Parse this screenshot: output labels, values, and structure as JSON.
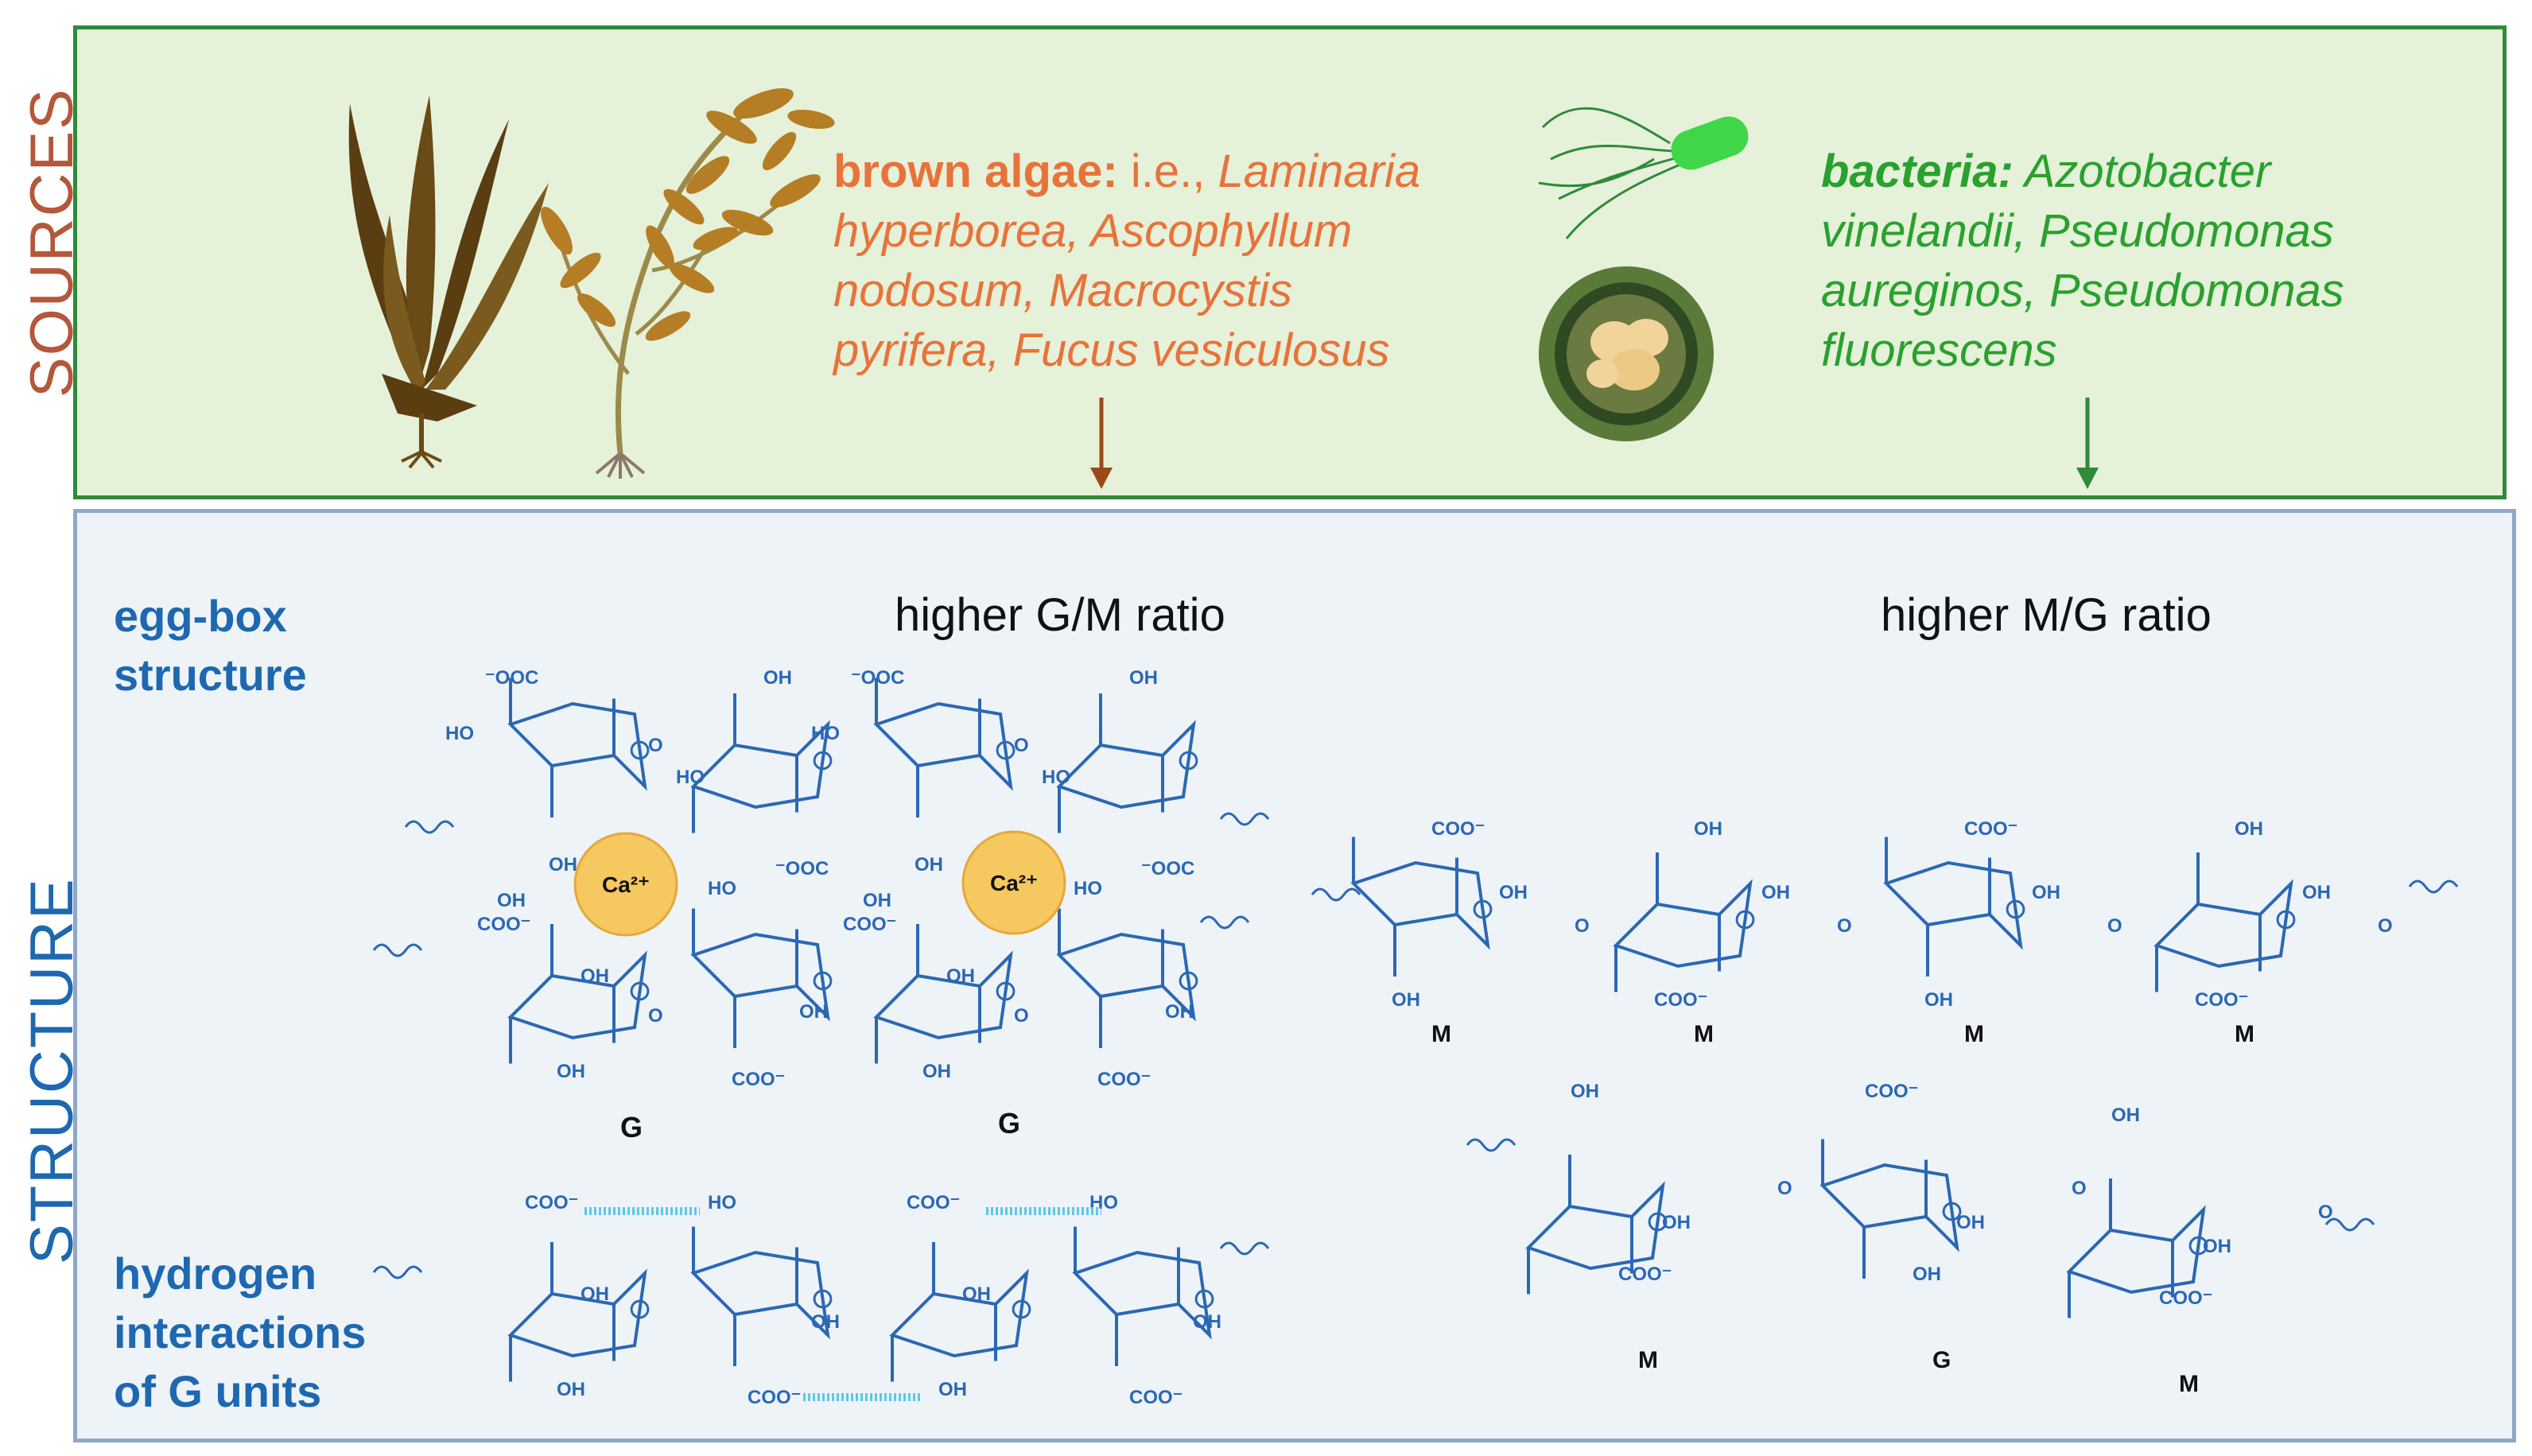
{
  "sections": {
    "sources_label": "SOURCES",
    "structure_label": "STRUCTURE"
  },
  "algae": {
    "heading": "brown algae:",
    "prefix": " i.e., ",
    "line1": "Laminaria",
    "line2": "hyperborea, Ascophyllum",
    "line3": "nodosum, Macrocystis",
    "line4": "pyrifera, Fucus vesiculosus"
  },
  "bacteria": {
    "heading": "bacteria:",
    "line1": "Azotobacter",
    "line2": "vinelandii,  Pseudomonas",
    "line3": "aureginos, Pseudomonas",
    "line4": "fluorescens"
  },
  "structure": {
    "eggbox_line1": "egg-box",
    "eggbox_line2": "structure",
    "hbond_line1": "hydrogen",
    "hbond_line2": "interactions",
    "hbond_line3": "of G units",
    "gm_ratio": "higher G/M ratio",
    "mg_ratio": "higher M/G ratio"
  },
  "chem": {
    "coo": "COO⁻",
    "coo_left": "⁻OOC",
    "oh": "OH",
    "ho": "HO",
    "o": "O",
    "ca": "Ca²⁺",
    "unit_g": "G",
    "unit_m": "M"
  },
  "colors": {
    "algae_text": "#e8733a",
    "bacteria_text": "#29a12e",
    "structure_blue": "#1d68b0",
    "sources_label": "#b4573a",
    "chem_lines": "#2b68b4",
    "hbond": "#5bc8e8",
    "calcium": "#f5c860"
  }
}
